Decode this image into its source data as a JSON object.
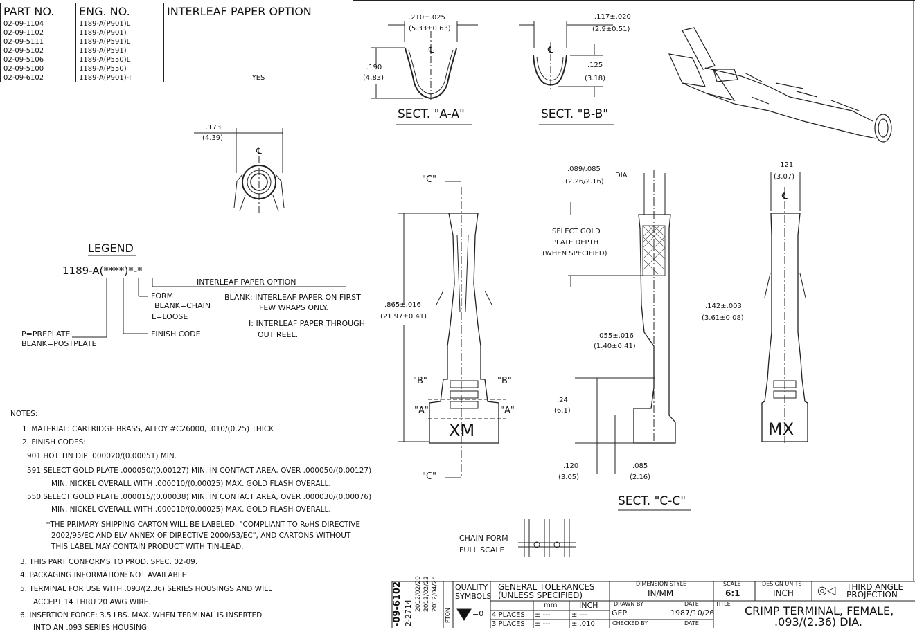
{
  "parts_table": {
    "headers": [
      "PART NO.",
      "ENG. NO.",
      "INTERLEAF PAPER OPTION"
    ],
    "rows": [
      [
        "02-09-1104",
        "1189-A(P901)L",
        ""
      ],
      [
        "02-09-1102",
        "1189-A(P901)",
        ""
      ],
      [
        "02-09-5111",
        "1189-A(P591)L",
        ""
      ],
      [
        "02-09-5102",
        "1189-A(P591)",
        ""
      ],
      [
        "02-09-5106",
        "1189-A(P550)L",
        ""
      ],
      [
        "02-09-5100",
        "1189-A(P550)",
        ""
      ],
      [
        "02-09-6102",
        "1189-A(P901)-I",
        "YES"
      ]
    ]
  },
  "sections": {
    "aa_title": "SECT. \"A-A\"",
    "bb_title": "SECT. \"B-B\"",
    "cc_title": "SECT. \"C-C\"",
    "aa_width": ".210±.025",
    "aa_width_mm": "(5.33±0.63)",
    "aa_height": ".190",
    "aa_height_mm": "(4.83)",
    "bb_width": ".117±.020",
    "bb_width_mm": "(2.9±0.51)",
    "bb_height": ".125",
    "bb_height_mm": "(3.18)",
    "cl": "℄"
  },
  "end_view": {
    "dim": ".173",
    "dim_mm": "(4.39)"
  },
  "legend": {
    "title": "LEGEND",
    "code": "1189-A(",
    "code_stars": "****",
    "code_end": ")*-*",
    "interleaf_label": "INTERLEAF PAPER OPTION",
    "form_label": "FORM",
    "form_chain": "BLANK=CHAIN",
    "form_loose": "L=LOOSE",
    "finish_label": "FINISH CODE",
    "plate_1": "P=PREPLATE",
    "plate_2": "BLANK=POSTPLATE",
    "blank_1": "BLANK: INTERLEAF PAPER ON FIRST",
    "blank_2": "FEW WRAPS ONLY.",
    "i_1": "I: INTERLEAF PAPER THROUGH",
    "i_2": "OUT REEL."
  },
  "front_view": {
    "c_label": "\"C\"",
    "b_label": "\"B\"",
    "a_label": "\"A\"",
    "mark": "XM",
    "length": ".865±.016",
    "length_mm": "(21.97±0.41)"
  },
  "section_cc": {
    "dia": ".089/.085",
    "dia_mm": "(2.26/2.16)",
    "dia_suffix": "DIA.",
    "select_1": "SELECT GOLD",
    "select_2": "PLATE DEPTH",
    "select_3": "(WHEN SPECIFIED)",
    "d055": ".055±.016",
    "d055_mm": "(1.40±0.41)",
    "d24": ".24",
    "d24_mm": "(6.1)",
    "d120": ".120",
    "d120_mm": "(3.05)",
    "d085": ".085",
    "d085_mm": "(2.16)"
  },
  "side_view": {
    "d121": ".121",
    "d121_mm": "(3.07)",
    "d142": ".142±.003",
    "d142_mm": "(3.61±0.08)",
    "mark": "MX"
  },
  "chain": {
    "line1": "CHAIN FORM",
    "line2": "FULL SCALE"
  },
  "notes": {
    "title": "NOTES:",
    "lines": [
      "1.  MATERIAL: CARTRIDGE BRASS, ALLOY #C26000, .010/(0.25) THICK",
      "2.  FINISH CODES:",
      "901   HOT TIN DIP .000020/(0.00051) MIN.",
      "591   SELECT GOLD PLATE .000050/(0.00127) MIN. IN CONTACT AREA, OVER .000050/(0.00127)",
      "MIN. NICKEL OVERALL WITH .000010/(0.00025) MAX. GOLD FLASH OVERALL.",
      "550   SELECT GOLD PLATE .000015/(0.00038) MIN. IN CONTACT AREA, OVER .000030/(0.00076)",
      "MIN. NICKEL OVERALL WITH .000010/(0.00025) MAX. GOLD FLASH OVERALL.",
      "*THE PRIMARY SHIPPING CARTON WILL BE LABELED, \"COMPLIANT TO RoHS DIRECTIVE",
      "2002/95/EC AND ELV ANNEX OF DIRECTIVE 2000/53/EC\", AND CARTONS WITHOUT",
      "THIS LABEL MAY CONTAIN PRODUCT WITH TIN-LEAD.",
      "3.  THIS PART CONFORMS TO PROD. SPEC. 02-09.",
      "4.  PACKAGING INFORMATION: NOT AVAILABLE",
      "5.  TERMINAL FOR USE WITH .093/(2.36) SERIES HOUSINGS AND WILL",
      "ACCEPT 14 THRU 20 AWG WIRE.",
      "6.  INSERTION FORCE:  3.5 LBS. MAX. WHEN TERMINAL IS INSERTED",
      "INTO AN .093 SERIES HOUSING"
    ]
  },
  "title_block": {
    "doc_no": "-09-6102",
    "rev_code": "2-2714",
    "dates": [
      "2012/02/20",
      "2012/02/22",
      "2012/04/25"
    ],
    "quality": "QUALITY",
    "symbols": "SYMBOLS",
    "pton": "PTON",
    "eq0": "=0",
    "gen_tol_1": "GENERAL TOLERANCES",
    "gen_tol_2": "(UNLESS SPECIFIED)",
    "mm": "mm",
    "inch": "INCH",
    "places4": "4 PLACES",
    "places3": "3 PLACES",
    "pm_dash": "± ---",
    "pm_010": "± .010",
    "dim_style_label": "DIMENSION STYLE",
    "dim_style": "IN/MM",
    "scale_label": "SCALE",
    "scale": "6:1",
    "units_label": "DESIGN UNITS",
    "units": "INCH",
    "projection_1": "THIRD ANGLE",
    "projection_2": "PROJECTION",
    "drawn_by_label": "DRAWN BY",
    "date_label": "DATE",
    "drawn_by": "GEP",
    "drawn_date": "1987/10/26",
    "checked_label": "CHECKED BY",
    "title_label": "TITLE",
    "title_1": "CRIMP TERMINAL, FEMALE,",
    "title_2": ".093/(2.36) DIA."
  }
}
